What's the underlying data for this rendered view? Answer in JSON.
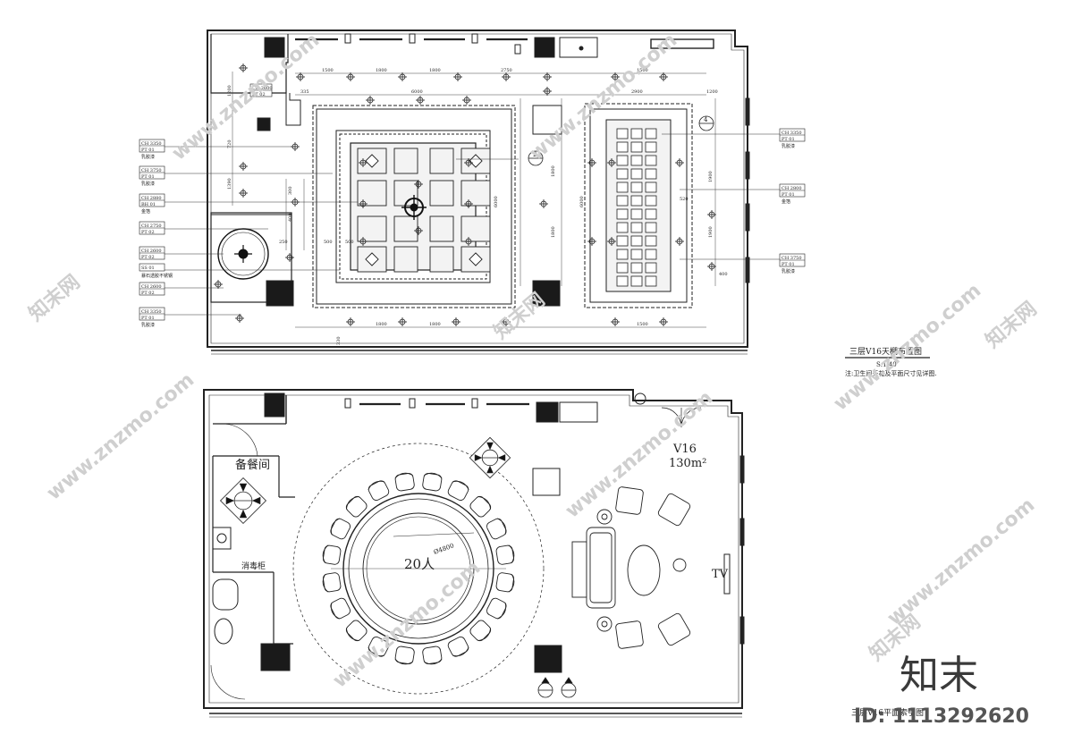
{
  "ceiling_plan": {
    "title": "三层V16天棚布置图",
    "scale": "S:1 40",
    "note": "注:卫生间天花及平面尺寸见详图.",
    "dims_top": [
      "1500",
      "1800",
      "1800",
      "2750",
      "1500"
    ],
    "dims_inner_top": [
      "335",
      "6000",
      "2900",
      "1200"
    ],
    "dims_bottom": [
      "1800",
      "1800",
      "1500"
    ],
    "dims_left": [
      "1200",
      "720",
      "1390"
    ],
    "dims_mid": [
      "300",
      "400",
      "500",
      "500",
      "250"
    ],
    "dims_center": [
      "6000",
      "1800",
      "1800",
      "6000"
    ],
    "dims_right": [
      "1900",
      "1900",
      "400"
    ],
    "dims_misc": [
      "330",
      "520"
    ],
    "left_tags": [
      {
        "code": "CH 3350",
        "sub": "PT  01",
        "label": "乳胶漆"
      },
      {
        "code": "CH 3750",
        "sub": "PT  01",
        "label": "乳胶漆"
      },
      {
        "code": "CH 2880",
        "sub": "BH  01",
        "label": "金箔"
      },
      {
        "code": "CH 2750",
        "sub": "PT  02",
        "label": ""
      },
      {
        "code": "CH 2600",
        "sub": "PT  02",
        "label": ""
      },
      {
        "code": "SS  01",
        "sub": "",
        "label": "暴石透胶不锈钢"
      },
      {
        "code": "CH 2600",
        "sub": "PT  02",
        "label": ""
      },
      {
        "code": "CH 3350",
        "sub": "PT  01",
        "label": "乳胶漆"
      }
    ],
    "inner_tag": {
      "code": "CH 2600",
      "sub": "PT  02"
    },
    "right_tags": [
      {
        "code": "CH 3350",
        "sub": "PT  01",
        "label": "乳胶漆"
      },
      {
        "code": "CH 2800",
        "sub": "PT  01",
        "label": "金箔"
      },
      {
        "code": "CH 3750",
        "sub": "PT  01",
        "label": "乳胶漆"
      }
    ],
    "callouts": [
      "2",
      "4"
    ]
  },
  "floor_plan": {
    "room_code": "V16",
    "room_area": "130m²",
    "table_label": "20人",
    "table_diameter": "Ø4800",
    "pantry_label": "备餐间",
    "cabinet_label": "消毒柜",
    "tv_label": "TV",
    "title_partial": "三层V16平面索引图"
  },
  "watermark": {
    "site": "www.znzmo.com",
    "brand": "知末网",
    "logo": "知末",
    "id_text": "ID: 1113292620"
  }
}
